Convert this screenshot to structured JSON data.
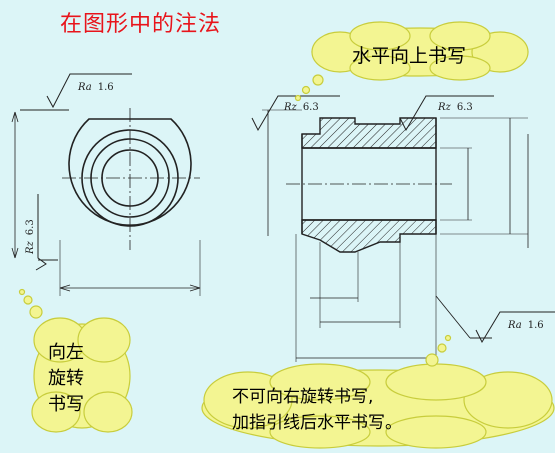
{
  "title": "在图形中的注法",
  "callouts": {
    "horizontal_up": "水平向上书写",
    "rotate_left": [
      "向左",
      "旋转",
      "书写"
    ],
    "no_right": [
      "不可向右旋转书写,",
      "加指引线后水平书写。"
    ]
  },
  "annotations": {
    "left_top": {
      "sym": "Ra",
      "val": "1.6"
    },
    "left_side": {
      "sym": "Rz",
      "val": "6.3"
    },
    "right_top_left": {
      "sym": "Rz",
      "val": "6.3"
    },
    "right_top_right": {
      "sym": "Rz",
      "val": "6.3"
    },
    "right_bottom": {
      "sym": "Ra",
      "val": "1.6"
    }
  },
  "colors": {
    "background": "#dcf5f7",
    "title": "#e8141b",
    "cloud": "#f3f592",
    "cloud_stroke": "#c8cd3c",
    "line": "#222222"
  }
}
